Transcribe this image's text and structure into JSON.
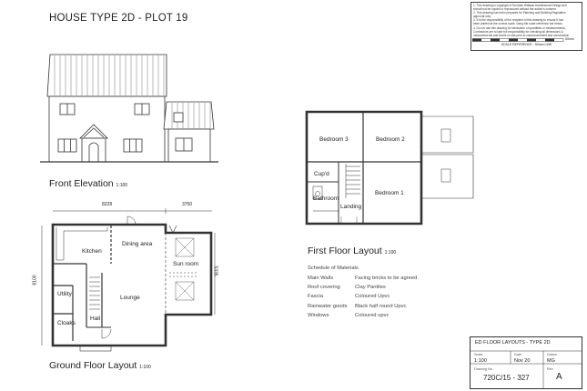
{
  "title": "HOUSE TYPE 2D - PLOT 19",
  "captions": {
    "front_elevation": "Front Elevation",
    "front_elevation_scale": "1:100",
    "ground_floor": "Ground Floor Layout",
    "ground_floor_scale": "1:100",
    "first_floor": "First Floor Layout",
    "first_floor_scale": "1:100"
  },
  "notes": {
    "lines": [
      "1. This drawing is copyright of Dunham Wallace Architectural Design and",
      "should not be copied or reproduced without the author's consent.",
      "2. This drawing has been prepared for Planning and Building Regulation",
      "approval only.",
      "3. It is the responsibility of the recipient of this drawing to ensure it has",
      "been printed at the correct scale, using the scale reference bar below.",
      "4. Do not use this drawing for fabrication of quantities or measurements.",
      "Contractors are to take full responsibility for checking all dimensions &",
      "measurements and levels on site prior to commencement and construction",
      "of any work.",
      "5. Do not figure dimensions.",
      "6. Any discrepancies to be brought to the Designers immediate attention."
    ],
    "scale_reference": "SCALE REFERENCE - 50mm LINE",
    "scale_end": "50mm"
  },
  "dimensions": {
    "ground_width": "8228",
    "sunroom_width": "3750",
    "ground_depth": "8100",
    "sunroom_depth": "5335"
  },
  "ground_rooms": {
    "kitchen": "Kitchen",
    "dining": "Dining area",
    "sunroom": "Sun room",
    "utility": "Utility",
    "lounge": "Lounge",
    "cloaks": "Cloaks",
    "hall": "Hall"
  },
  "first_rooms": {
    "bedroom3": "Bedroom 3",
    "bedroom2": "Bedroom 2",
    "cupd": "Cup'd",
    "bathroom": "Bathroom",
    "landing": "Landing",
    "bedroom1": "Bedroom 1"
  },
  "materials": {
    "heading": "Schedule of Materials",
    "rows": [
      {
        "item": "Main Walls",
        "spec": "Facing bricks to be agreed"
      },
      {
        "item": "Roof covering",
        "spec": "Clay Pantiles"
      },
      {
        "item": "Fascia",
        "spec": "Coloured Upvc"
      },
      {
        "item": "Rainwater goods",
        "spec": "Black half round Upvc"
      },
      {
        "item": "Windows",
        "spec": "Coloured upvc"
      }
    ]
  },
  "title_block": {
    "title": "ED FLOOR LAYOUTS - TYPE 2D",
    "scale_label": "Scale",
    "scale": "1:100",
    "date_label": "Date",
    "date": "Nov 20",
    "drawn_label": "Drawn",
    "drawn": "MG",
    "drawing_no_label": "Drawing No.",
    "drawing_no": "720C/15 - 327",
    "rev_label": "Rev",
    "rev": "A"
  }
}
